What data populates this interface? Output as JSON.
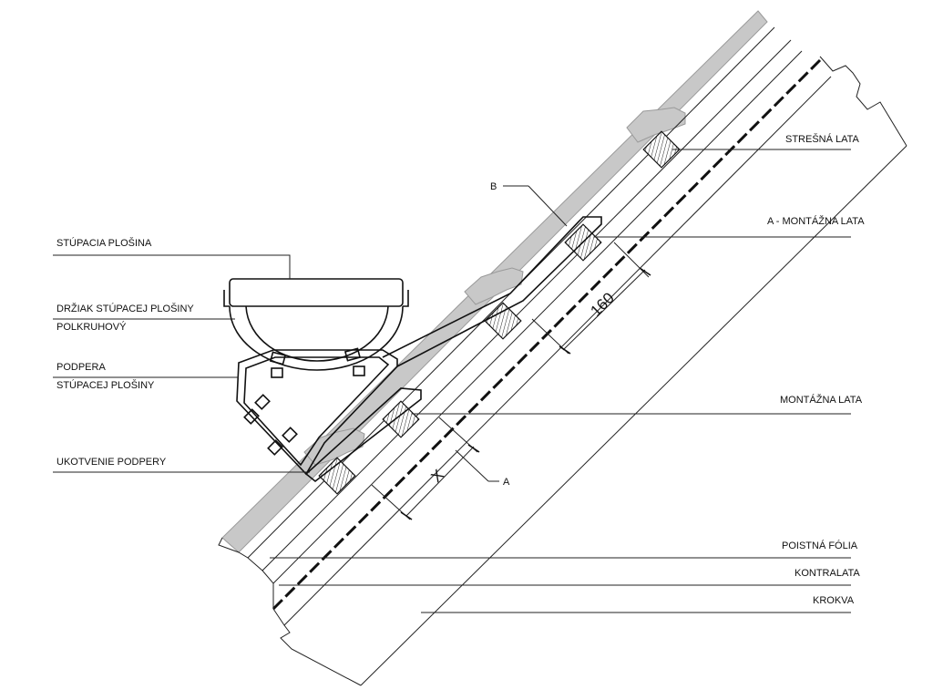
{
  "labels": {
    "stupacia_plosina": "STÚPACIA PLOŠINA",
    "drziak_line1": "DRŽIAK STÚPACEJ PLOŠINY",
    "drziak_line2": "POLKRUHOVÝ",
    "podpera_line1": "PODPERA",
    "podpera_line2": "STÚPACEJ PLOŠINY",
    "ukotvenie": "UKOTVENIE PODPERY",
    "stresna_lata": "STREŠNÁ LATA",
    "a_montazna_lata": "A - MONTÁŽNA LATA",
    "montazna_lata": "MONTÁŽNA LATA",
    "poistna_folia": "POISTNÁ FÓLIA",
    "kontralata": "KONTRALATA",
    "krokva": "KROKVA",
    "marker_b": "B",
    "marker_a": "A"
  },
  "dimensions": {
    "spacing_value": "160",
    "variable": "X"
  },
  "colors": {
    "tile_fill": "#c8c8c8",
    "line": "#111111",
    "background": "#ffffff"
  }
}
